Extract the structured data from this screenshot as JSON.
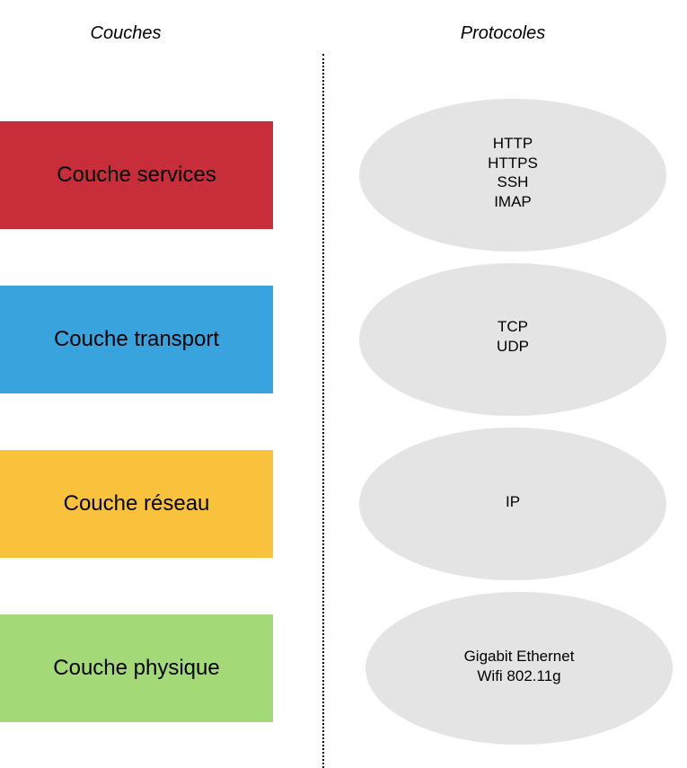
{
  "headers": {
    "layers": "Couches",
    "protocols": "Protocoles"
  },
  "layers": [
    {
      "label": "Couche services",
      "color": "#c82d3a",
      "protocols": [
        "HTTP",
        "HTTPS",
        "SSH",
        "IMAP"
      ]
    },
    {
      "label": "Couche transport",
      "color": "#38a3dc",
      "protocols": [
        "TCP",
        "UDP"
      ]
    },
    {
      "label": "Couche réseau",
      "color": "#f9c23c",
      "protocols": [
        "IP"
      ]
    },
    {
      "label": "Couche physique",
      "color": "#a3d977",
      "protocols": [
        "Gigabit Ethernet",
        "Wifi 802.11g"
      ]
    }
  ],
  "ellipse_color": "#e4e4e4"
}
